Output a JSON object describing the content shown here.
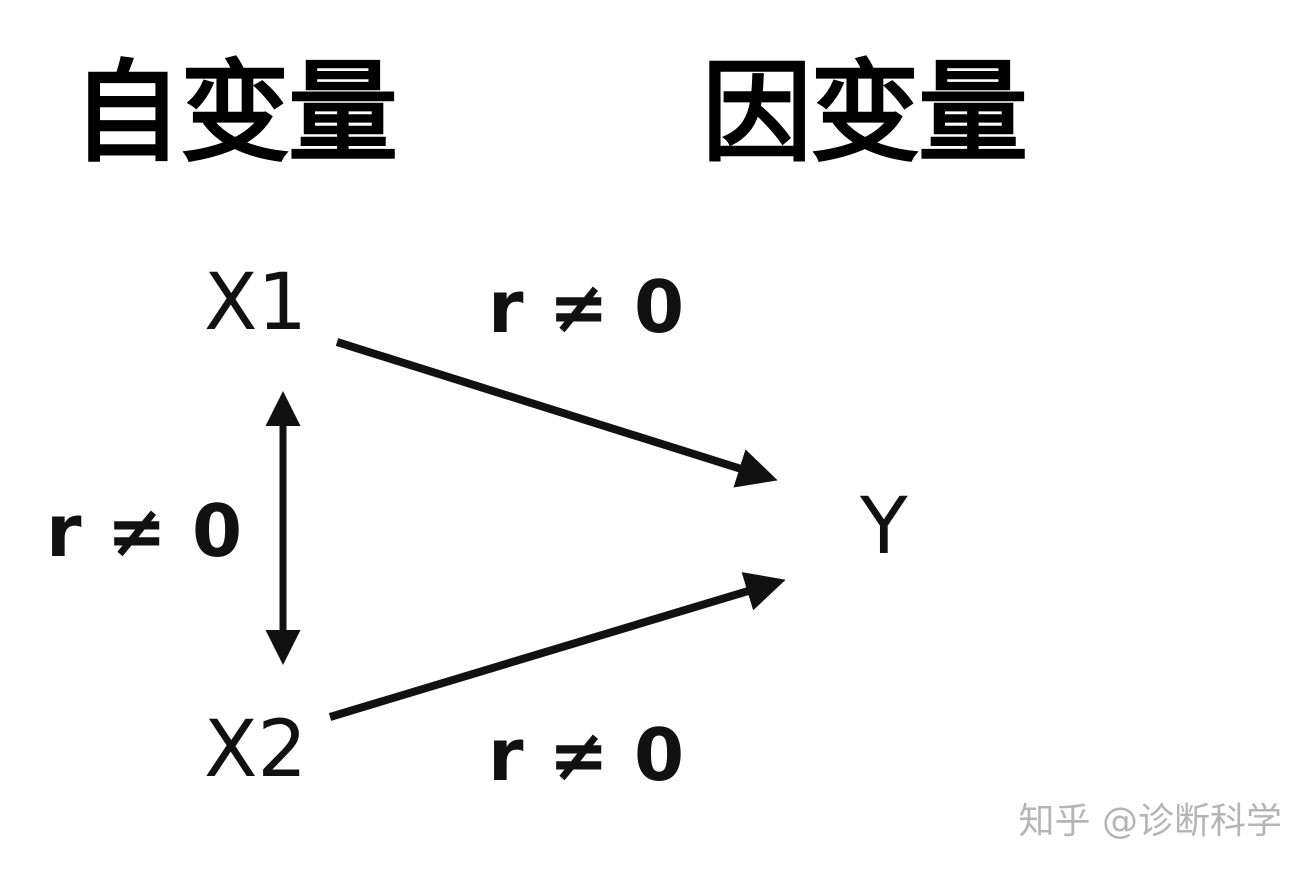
{
  "headings": {
    "independent": "自变量",
    "dependent": "因变量"
  },
  "nodes": {
    "x1": "X1",
    "x2": "X2",
    "y": "Y"
  },
  "edges": {
    "x1_to_y": "r ≠ 0",
    "x1_x2": "r ≠ 0",
    "x2_to_y": "r ≠ 0"
  },
  "watermark": "知乎 @诊断科学",
  "colors": {
    "ink": "#111111",
    "watermark": "#b5b5b5",
    "background": "#ffffff"
  }
}
